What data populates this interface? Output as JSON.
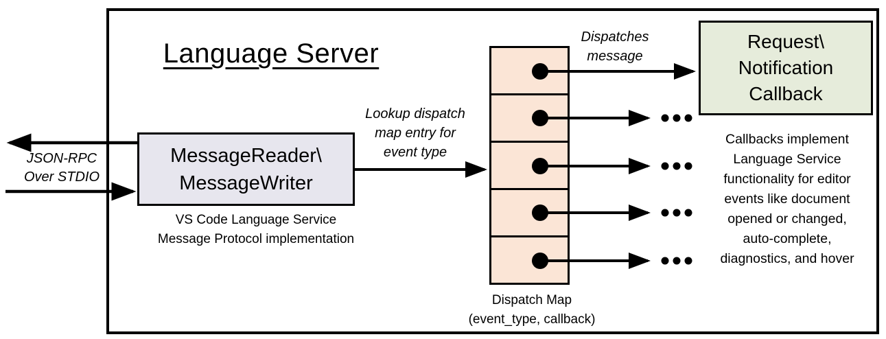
{
  "title": "Language Server",
  "io": {
    "label": "JSON-RPC\nOver STDIO"
  },
  "reader": {
    "label": "MessageReader\\\nMessageWriter",
    "caption": "VS Code Language Service\nMessage Protocol implementation"
  },
  "lookup": {
    "label": "Lookup dispatch\nmap entry for\nevent type"
  },
  "dispatch": {
    "label": "Dispatches\nmessage",
    "map_caption": "Dispatch Map\n(event_type, callback)",
    "cell_count": 5,
    "ellipsis": "..."
  },
  "callback": {
    "label": "Request\\\nNotification\nCallback",
    "caption": "Callbacks implement\nLanguage Service\nfunctionality for editor\nevents like document\nopened or changed,\nauto-complete,\ndiagnostics, and hover"
  },
  "colors": {
    "border": "#000000",
    "text": "#000000",
    "reader_fill": "#e7e6ee",
    "dispatch_fill": "#fbe5d6",
    "callback_fill": "#e6ecdb"
  }
}
